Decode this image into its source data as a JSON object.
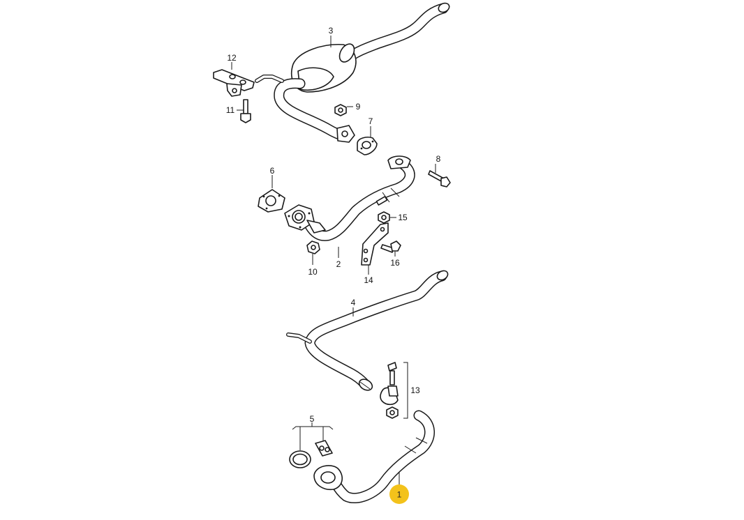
{
  "callouts": {
    "c1": "1",
    "c2": "2",
    "c3": "3",
    "c4": "4",
    "c5": "5",
    "c6": "6",
    "c7": "7",
    "c8": "8",
    "c9": "9",
    "c10": "10",
    "c11": "11",
    "c12": "12",
    "c13": "13",
    "c14": "14",
    "c15": "15",
    "c16": "16"
  },
  "highlight": {
    "part": "1",
    "color": "#F3C21B"
  }
}
